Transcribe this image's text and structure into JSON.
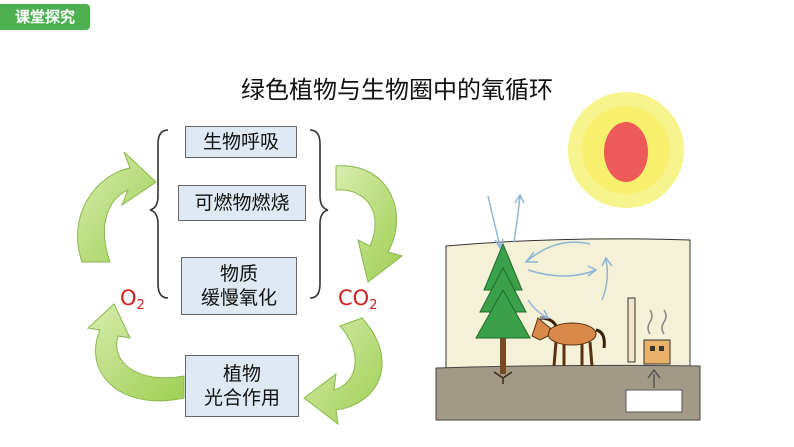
{
  "badge": {
    "label": "课堂探究"
  },
  "title": "绿色植物与生物圈中的氧循环",
  "processes": {
    "respiration": "生物呼吸",
    "combustion": "可燃物燃烧",
    "slow_oxidation_line1": "物质",
    "slow_oxidation_line2": "缓慢氧化",
    "plant_line1": "植物",
    "plant_line2": "光合作用"
  },
  "gases": {
    "oxygen": {
      "base": "O",
      "sub": "2"
    },
    "carbon_dioxide": {
      "base": "CO",
      "sub": "2"
    }
  },
  "colors": {
    "badge": "#4caf50",
    "box_fill": "#dfe9f3",
    "gas_text": "#d21f1f",
    "arrow_fill": "#b7dd72",
    "sun_core": "#ee5a5a",
    "sun_glow": "#f6f27a",
    "sky": "#f4f1d6",
    "ground": "#a29a86"
  }
}
